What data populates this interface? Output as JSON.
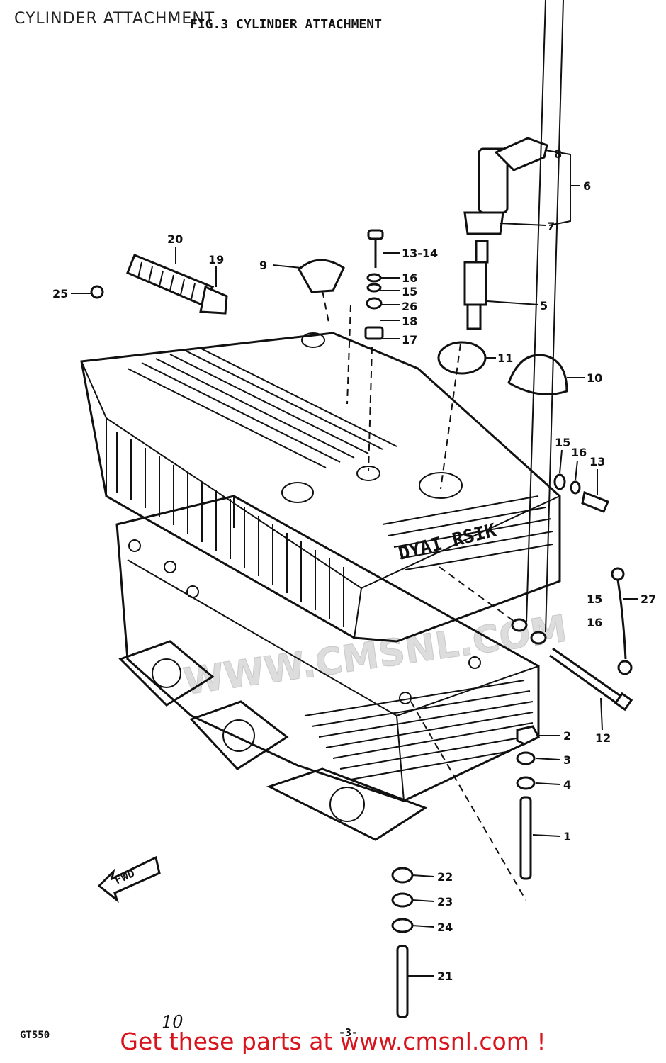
{
  "page": {
    "title": "CYLINDER ATTACHMENT",
    "figure_heading": "FIG.3 CYLINDER ATTACHMENT",
    "model_code": "GT550",
    "page_marker": "10",
    "page_number": "-3-",
    "call_to_action": "Get these parts at www.cmsnl.com !",
    "watermark": "WWW.CMSNL.COM",
    "fwd_arrow": "FWD",
    "head_badge": "DYAI RSIK"
  },
  "callouts": [
    {
      "id": "c8",
      "text": "8"
    },
    {
      "id": "c6",
      "text": "6"
    },
    {
      "id": "c7",
      "text": "7"
    },
    {
      "id": "c5",
      "text": "5"
    },
    {
      "id": "c20",
      "text": "20"
    },
    {
      "id": "c19",
      "text": "19"
    },
    {
      "id": "c9",
      "text": "9"
    },
    {
      "id": "c1314",
      "text": "13-14"
    },
    {
      "id": "c16a",
      "text": "16"
    },
    {
      "id": "c15a",
      "text": "15"
    },
    {
      "id": "c26",
      "text": "26"
    },
    {
      "id": "c18",
      "text": "18"
    },
    {
      "id": "c17",
      "text": "17"
    },
    {
      "id": "c25",
      "text": "25"
    },
    {
      "id": "c11",
      "text": "11"
    },
    {
      "id": "c10",
      "text": "10"
    },
    {
      "id": "c15b",
      "text": "15"
    },
    {
      "id": "c16b",
      "text": "16"
    },
    {
      "id": "c13",
      "text": "13"
    },
    {
      "id": "c15c",
      "text": "15"
    },
    {
      "id": "c16c",
      "text": "16"
    },
    {
      "id": "c27",
      "text": "27"
    },
    {
      "id": "c12",
      "text": "12"
    },
    {
      "id": "c2",
      "text": "2"
    },
    {
      "id": "c3",
      "text": "3"
    },
    {
      "id": "c4",
      "text": "4"
    },
    {
      "id": "c1",
      "text": "1"
    },
    {
      "id": "c22",
      "text": "22"
    },
    {
      "id": "c23",
      "text": "23"
    },
    {
      "id": "c24",
      "text": "24"
    },
    {
      "id": "c21",
      "text": "21"
    }
  ]
}
